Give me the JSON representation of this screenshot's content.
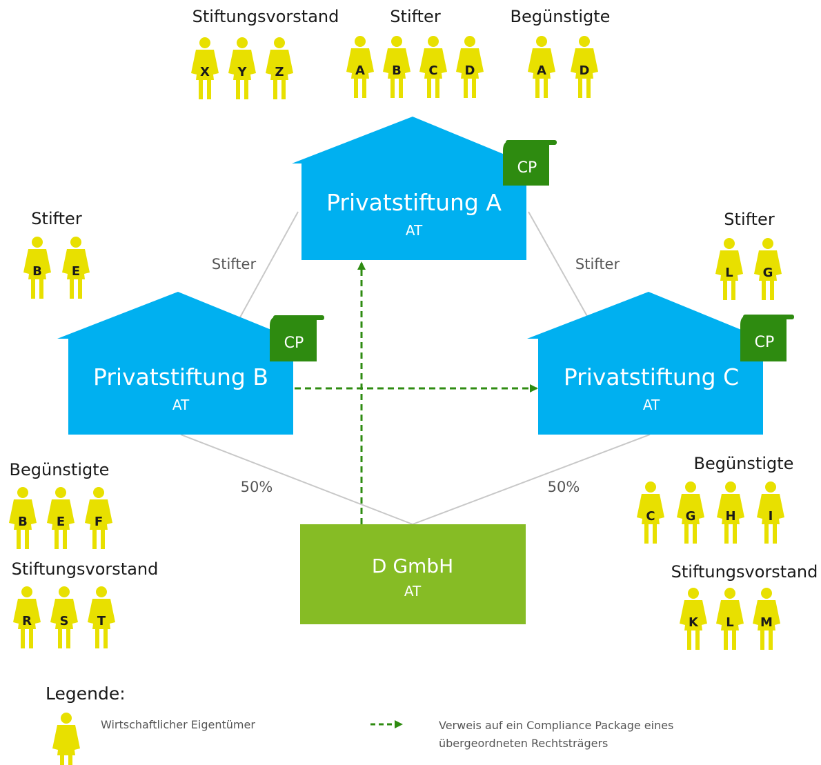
{
  "colors": {
    "foundation": "#00b0f0",
    "company": "#86bc25",
    "compliance_package": "#2e8b10",
    "person": "#e8e000",
    "reference_arrow": "#2e8b10",
    "ownership_line": "#c8c8c8"
  },
  "entities": {
    "a": {
      "name": "Privatstiftung A",
      "country": "AT"
    },
    "b": {
      "name": "Privatstiftung B",
      "country": "AT"
    },
    "c": {
      "name": "Privatstiftung C",
      "country": "AT"
    },
    "d": {
      "name": "D GmbH",
      "country": "AT"
    }
  },
  "badge": "CP",
  "edge_labels": {
    "b_to_a": "Stifter",
    "c_to_a": "Stifter",
    "b_to_d": "50%",
    "c_to_d": "50%"
  },
  "groups": {
    "a_board": {
      "label": "Stiftungsvorstand",
      "people": [
        "X",
        "Y",
        "Z"
      ]
    },
    "a_founders": {
      "label": "Stifter",
      "people": [
        "A",
        "B",
        "C",
        "D"
      ]
    },
    "a_beneficiaries": {
      "label": "Begünstigte",
      "people": [
        "A",
        "D"
      ]
    },
    "b_founders": {
      "label": "Stifter",
      "people": [
        "B",
        "E"
      ]
    },
    "b_beneficiaries": {
      "label": "Begünstigte",
      "people": [
        "B",
        "E",
        "F"
      ]
    },
    "b_board": {
      "label": "Stiftungsvorstand",
      "people": [
        "R",
        "S",
        "T"
      ]
    },
    "c_founders": {
      "label": "Stifter",
      "people": [
        "L",
        "G"
      ]
    },
    "c_beneficiaries": {
      "label": "Begünstigte",
      "people": [
        "C",
        "G",
        "H",
        "I"
      ]
    },
    "c_board": {
      "label": "Stiftungsvorstand",
      "people": [
        "K",
        "L",
        "M"
      ]
    }
  },
  "legend": {
    "title": "Legende:",
    "person_item": "Wirtschaftlicher Eigentümer",
    "arrow_item_line1": "Verweis auf ein Compliance Package eines",
    "arrow_item_line2": "übergeordneten Rechtsträgers"
  }
}
